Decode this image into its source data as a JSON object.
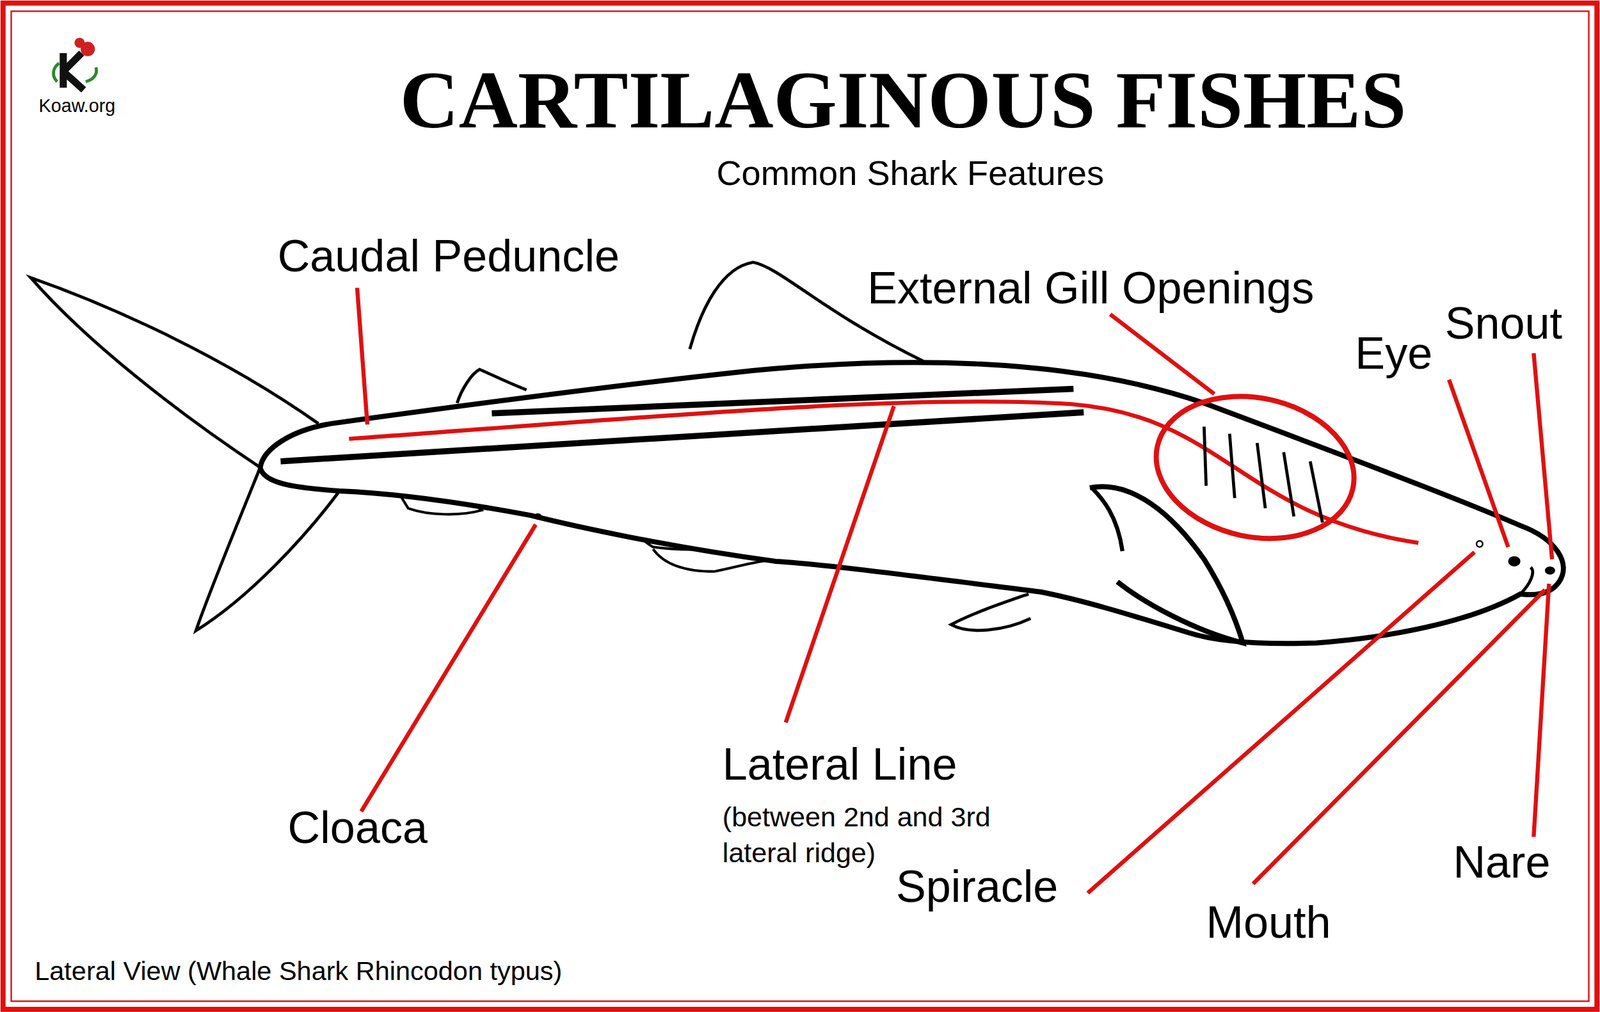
{
  "diagram": {
    "title": "CARTILAGINOUS FISHES",
    "caption": "Lateral View (Whale Shark Rhincodon typus)",
    "labels": [
      "Koaw.org",
      "Common Shark Features",
      "Caudal Peduncle",
      "External Gill Openings",
      "Eye",
      "Snout",
      "Lateral Line",
      "(between 2nd and 3rd lateral ridge)",
      "Cloaca",
      "Spiracle",
      "Mouth",
      "Nare"
    ]
  }
}
